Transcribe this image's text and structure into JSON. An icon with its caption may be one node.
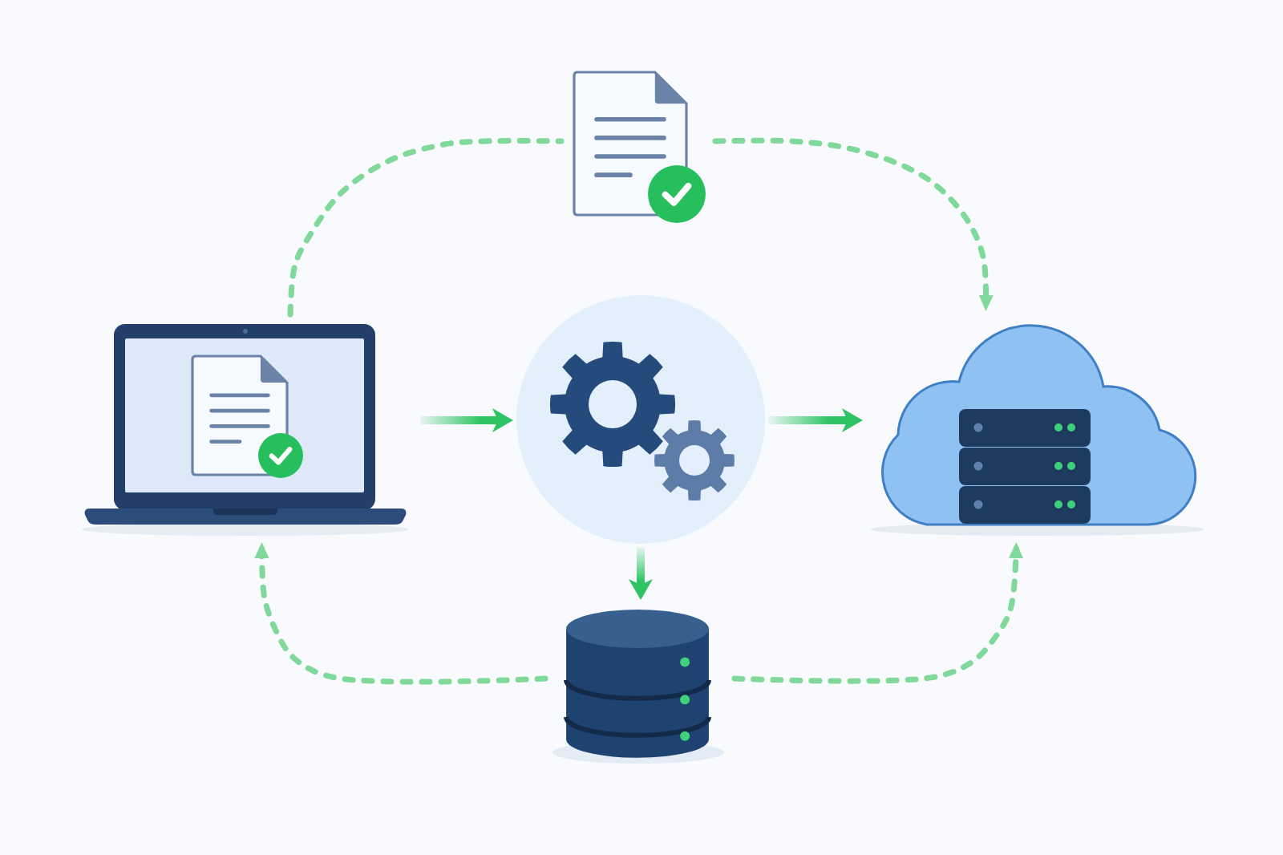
{
  "diagram": {
    "nodes": [
      {
        "text": [],
        "shape": "picture"
      },
      {
        "text": [],
        "shape": "picture"
      },
      {
        "text": [],
        "shape": "picture"
      },
      {
        "text": [],
        "shape": "picture"
      },
      {
        "text": [],
        "shape": "cylinder"
      }
    ],
    "edges": [
      {
        "from": 1,
        "to": 0,
        "arrow": "none",
        "style": "dashed"
      },
      {
        "from": 0,
        "to": 3,
        "arrow": "to",
        "style": "dashed"
      },
      {
        "from": 1,
        "to": 2,
        "arrow": "to",
        "color": "#2ec463"
      },
      {
        "from": 2,
        "to": 3,
        "arrow": "to",
        "color": "#2ec463"
      },
      {
        "from": 2,
        "to": 4,
        "arrow": "to",
        "color": "#2ec463"
      },
      {
        "from": 4,
        "to": 1,
        "arrow": "to",
        "style": "dashed"
      },
      {
        "from": 4,
        "to": 3,
        "arrow": "to",
        "style": "dashed"
      }
    ]
  }
}
